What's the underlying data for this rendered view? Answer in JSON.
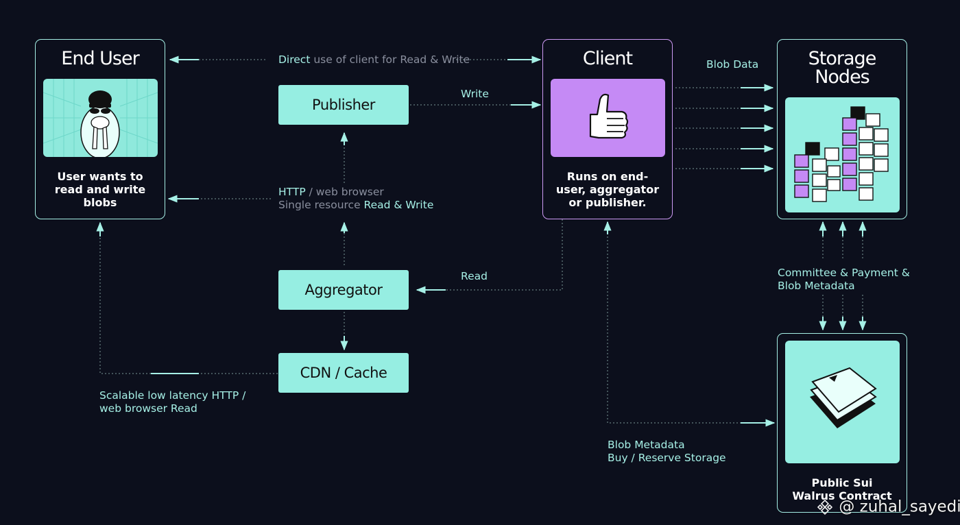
{
  "panels": {
    "end_user": {
      "title": "End User",
      "desc": "User wants to read and write blobs"
    },
    "client": {
      "title": "Client",
      "desc": "Runs on end-user, aggregator or publisher."
    },
    "storage": {
      "title": "Storage Nodes"
    },
    "contract": {
      "desc": "Public Sui Walrus Contract"
    }
  },
  "buttons": {
    "publisher": "Publisher",
    "aggregator": "Aggregator",
    "cdn": "CDN / Cache"
  },
  "labels": {
    "direct_a": "Direct",
    "direct_b": " use of client for Read & Write",
    "write": "Write",
    "http_a": "HTTP",
    "http_b": " / web browser",
    "single_a": "Single resource ",
    "single_b": "Read & Write",
    "read": "Read",
    "blob_data": "Blob Data",
    "committee_1": "Committee & Payment &",
    "committee_2": "Blob Metadata",
    "scalable_1": "Scalable low latency HTTP /",
    "scalable_2": "web browser Read",
    "blob_meta_1": "Blob Metadata",
    "blob_meta_2": "Buy / Reserve Storage"
  },
  "watermark": "@ zuhal_sayedi",
  "colors": {
    "background": "#0c0f1c",
    "accent_teal": "#96eee2",
    "accent_purple": "#c58af5",
    "label_dim": "#8a8f9e"
  },
  "icons": {
    "end_user_tile": "walrus-with-sunglasses-icon",
    "client_tile": "thumbs-up-icon",
    "storage_tile": "storage-cubes-icon",
    "contract_tile": "stacked-sheets-icon",
    "watermark_logo": "binance-logo-icon"
  }
}
